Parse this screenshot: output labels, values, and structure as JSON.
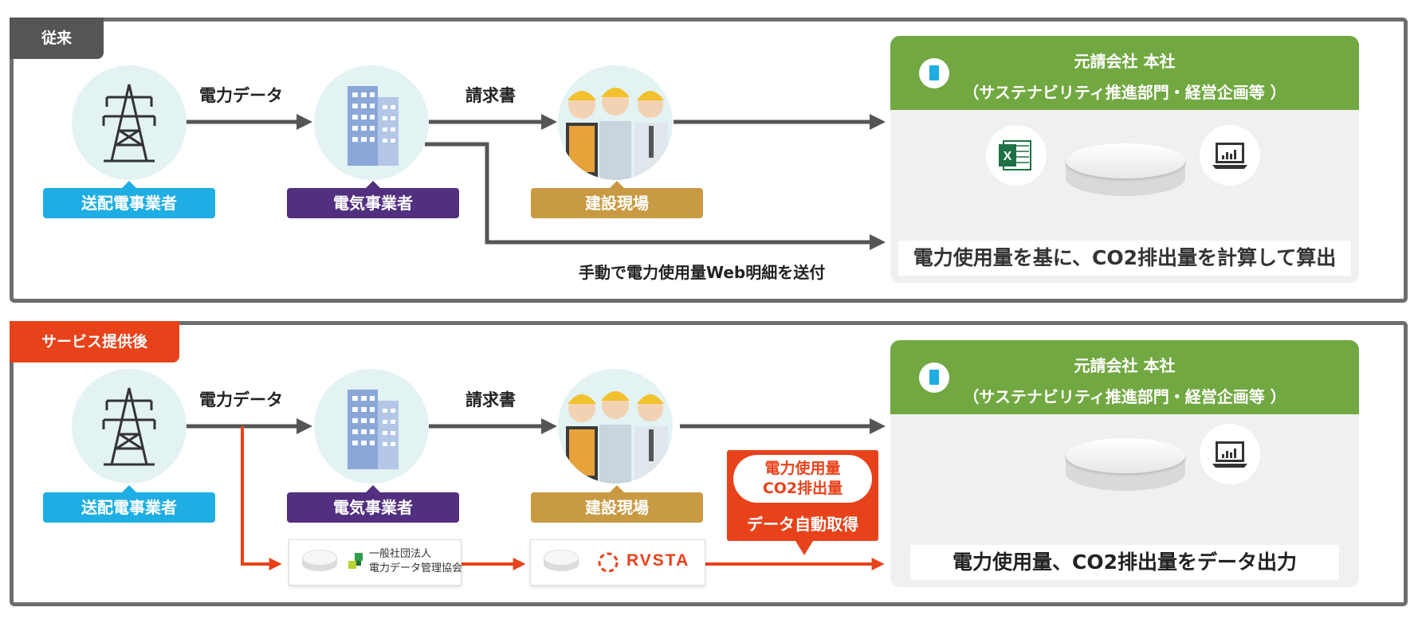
{
  "before": {
    "tab": "従来",
    "data_label": "電力データ",
    "invoice_label": "請求書",
    "manual_label": "手動で電力使用量Web明細を送付",
    "transmission": "送配電事業者",
    "retailer": "電気事業者",
    "site": "建設現場",
    "hq_title": "元請会社 本社",
    "hq_subtitle": "（サステナビリティ推進部門・経営企画等 ）",
    "result": "電力使用量を基に、CO2排出量を計算して算出",
    "excel_letter": "X"
  },
  "after": {
    "tab": "サービス提供後",
    "data_label": "電力データ",
    "invoice_label": "請求書",
    "transmission": "送配電事業者",
    "retailer": "電気事業者",
    "site": "建設現場",
    "hq_title": "元請会社 本社",
    "hq_subtitle": "（サステナビリティ推進部門・経営企画等 ）",
    "callout_line1": "電力使用量",
    "callout_line2": "CO2排出量",
    "callout_sub": "データ自動取得",
    "assoc_line1": "一般社団法人",
    "assoc_line2": "電力データ管理協会",
    "rvsta": "RVSTA",
    "result": "電力使用量、CO2排出量をデータ出力"
  },
  "colors": {
    "frame": "#6d6d6d",
    "arrow": "#555555",
    "red": "#e8421b",
    "green": "#72a842",
    "blue": "#1faee3",
    "purple": "#52307f",
    "gold": "#c89a43"
  }
}
